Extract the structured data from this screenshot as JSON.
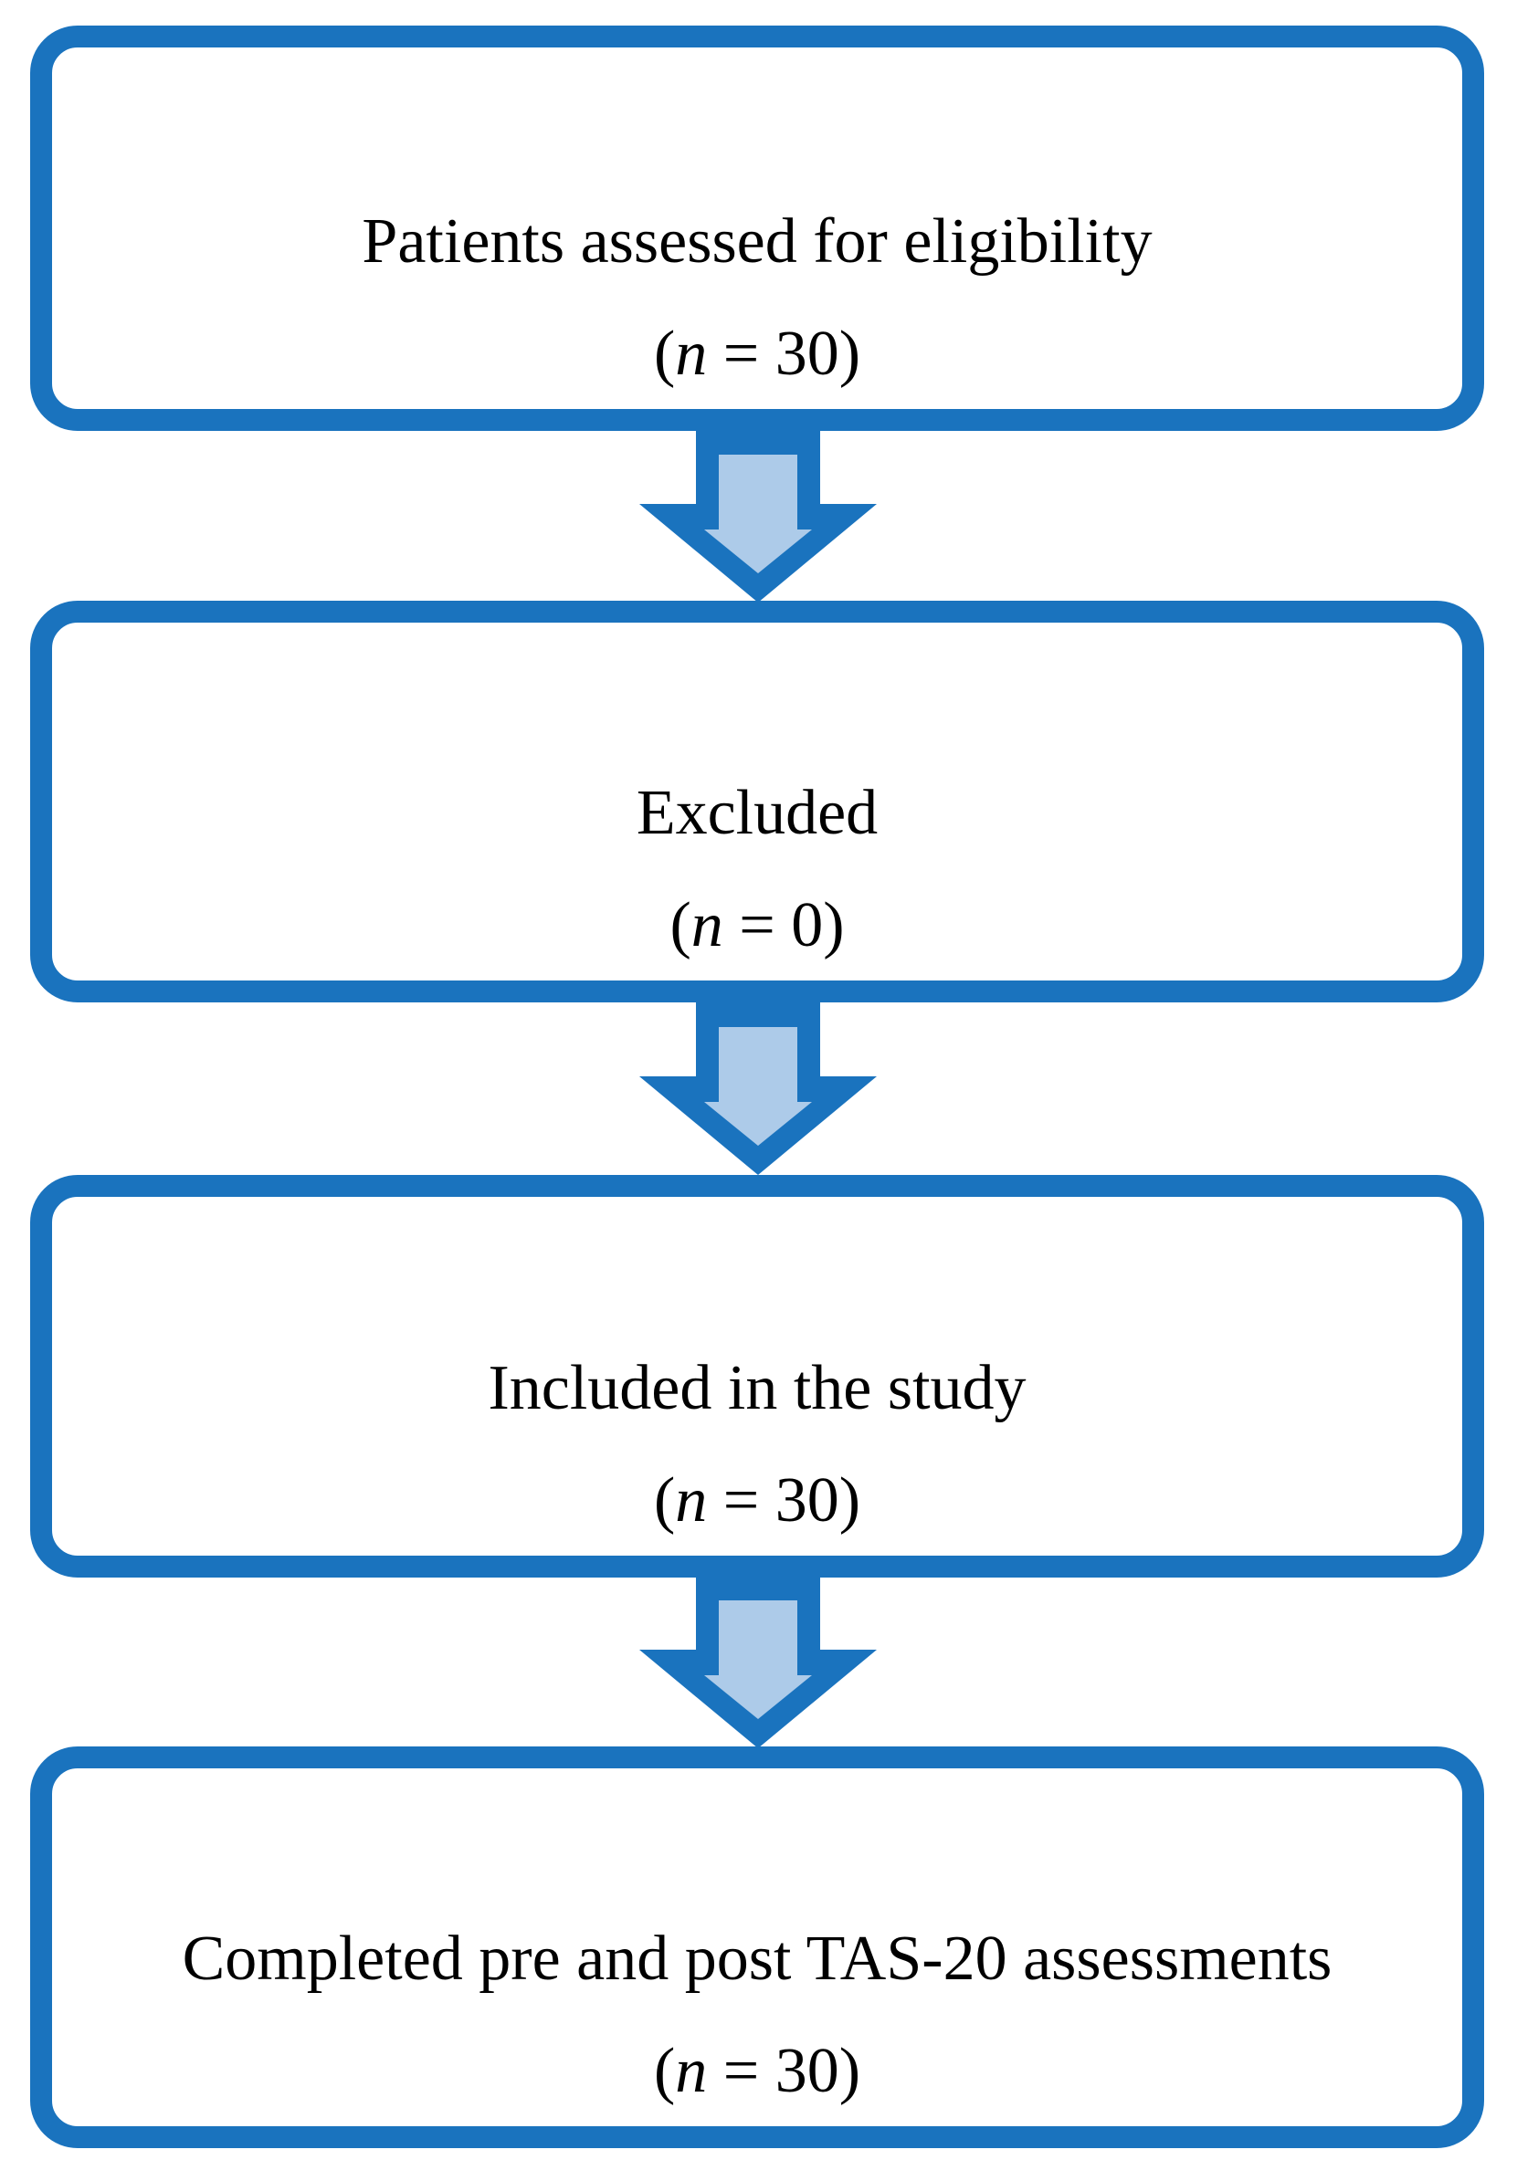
{
  "colors": {
    "outline": "#1A73BE",
    "arrow_fill": "#ADCBE9",
    "box_bg": "#FFFFFF",
    "text": "#000000"
  },
  "diagram": {
    "type": "flowchart",
    "direction": "top-down",
    "nodes": [
      {
        "title": "Patients assessed for eligibility",
        "count_open": "(",
        "count_variable": "n",
        "count_rest": " = 30)"
      },
      {
        "title": "Excluded",
        "count_open": "(",
        "count_variable": "n",
        "count_rest": " = 0)"
      },
      {
        "title": "Included in the study",
        "count_open": "(",
        "count_variable": "n",
        "count_rest": " = 30)"
      },
      {
        "title": "Completed pre and post TAS-20 assessments",
        "count_open": "(",
        "count_variable": "n",
        "count_rest": " = 30)"
      }
    ],
    "connectors": [
      {
        "name": "down-arrow",
        "from": 0,
        "to": 1
      },
      {
        "name": "down-arrow",
        "from": 1,
        "to": 2
      },
      {
        "name": "down-arrow",
        "from": 2,
        "to": 3
      }
    ]
  }
}
